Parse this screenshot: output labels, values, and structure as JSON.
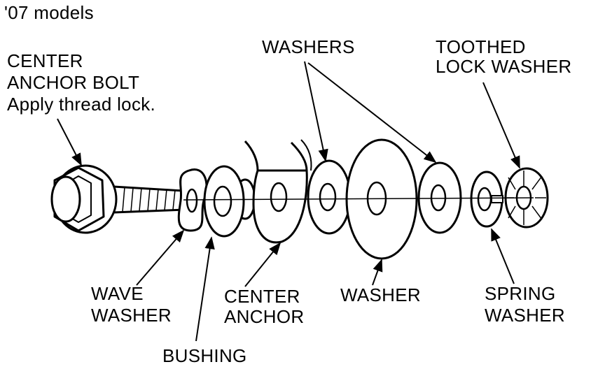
{
  "header": {
    "model_note": "'07 models"
  },
  "labels": {
    "center_anchor_bolt": {
      "line1": "CENTER",
      "line2": "ANCHOR BOLT",
      "line3": "Apply thread lock."
    },
    "washers": "WASHERS",
    "toothed_lock_washer": {
      "line1": "TOOTHED",
      "line2": "LOCK WASHER"
    },
    "wave_washer": {
      "line1": "WAVE",
      "line2": "WASHER"
    },
    "bushing": "BUSHING",
    "center_anchor": {
      "line1": "CENTER",
      "line2": "ANCHOR"
    },
    "washer": "WASHER",
    "spring_washer": {
      "line1": "SPRING",
      "line2": "WASHER"
    }
  }
}
